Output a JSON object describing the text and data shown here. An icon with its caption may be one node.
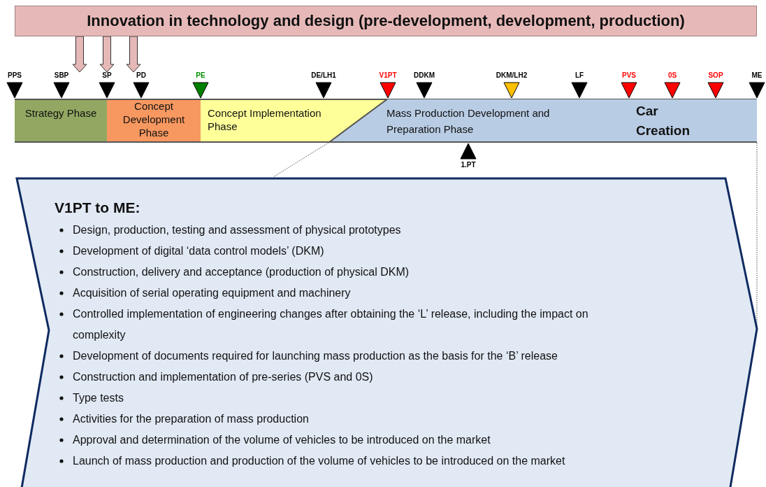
{
  "diagram": {
    "nodes": [
      {
        "text": [
          "Innovation in technology and design (pre-development, development, production)"
        ]
      },
      {
        "text": [
          "PPS"
        ]
      },
      {
        "text": [
          "SBP"
        ]
      },
      {
        "text": [
          "SP"
        ]
      },
      {
        "text": [
          "PD"
        ]
      },
      {
        "text": [
          "PE"
        ]
      },
      {
        "text": [
          "DE/LH1"
        ]
      },
      {
        "text": [
          "V1PT"
        ]
      },
      {
        "text": [
          "DDKM"
        ]
      },
      {
        "text": [
          "DKM/LH2"
        ]
      },
      {
        "text": [
          "LF"
        ]
      },
      {
        "text": [
          "PVS"
        ]
      },
      {
        "text": [
          "0S"
        ]
      },
      {
        "text": [
          "SOP"
        ]
      },
      {
        "text": [
          "ME"
        ]
      },
      {
        "text": [
          "Strategy Phase"
        ]
      },
      {
        "text": [
          "Concept Development Phase"
        ]
      },
      {
        "text": [
          "Concept Implementation Phase"
        ]
      },
      {
        "text": [
          "Mass Production Development and Preparation Phase",
          "Car Creation"
        ]
      },
      {
        "text": [
          "1.PT"
        ]
      },
      {
        "text": [
          "V1PT to ME:",
          "Design, production, testing and assessment of physical prototypes",
          "Development of digital ‘data control models’ (DKM)",
          "Construction, delivery and acceptance (production of physical DKM)",
          "Acquisition of serial operating equipment and machinery",
          "Controlled implementation of engineering changes after obtaining the ‘L’ release, including the impact on complexity",
          "Development of documents required for launching mass production as the basis for the ‘B’ release",
          "Construction and implementation of pre-series (PVS and 0S)",
          "Type tests",
          "Activities for the preparation of mass production",
          "Approval and determination of the volume of vehicles to be introduced on the market",
          "Launch of mass production and production of the volume of vehicles to be introduced on the market"
        ]
      }
    ],
    "edges": [
      {
        "from": 0,
        "to": null,
        "arrow": "to",
        "style": "thick",
        "color": "#e6b9b8"
      },
      {
        "from": 0,
        "to": null,
        "arrow": "to",
        "style": "thick",
        "color": "#e6b9b8"
      },
      {
        "from": 0,
        "to": null,
        "arrow": "to",
        "style": "thick",
        "color": "#e6b9b8"
      },
      {
        "from": 18,
        "to": 20,
        "arrow": "none",
        "style": "dashed"
      },
      {
        "from": 18,
        "to": 20,
        "arrow": "none",
        "style": "dashed"
      }
    ]
  }
}
